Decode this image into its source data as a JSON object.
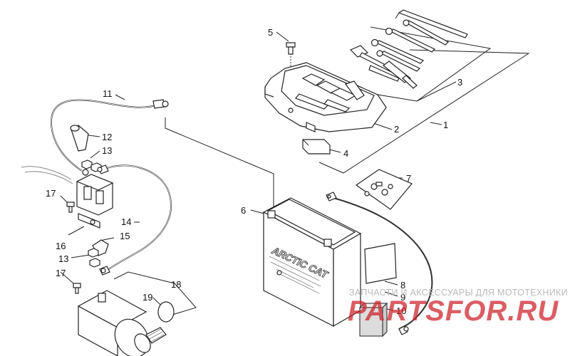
{
  "labels": {
    "l1": "1",
    "l2": "2",
    "l3": "3",
    "l4": "4",
    "l5": "5",
    "l6": "6",
    "l7": "7",
    "l8": "8",
    "l9": "9",
    "l10": "10",
    "l11": "11",
    "l12": "12",
    "l13a": "13",
    "l13b": "13",
    "l14": "14",
    "l15": "15",
    "l16": "16",
    "l17a": "17",
    "l17b": "17",
    "l18": "18",
    "l19": "19"
  },
  "battery": {
    "brand": "ARCTIC CAT"
  },
  "watermark": {
    "tagline": "ЗАПЧАСТИ И АКСЕССУАРЫ ДЛЯ МОТОТЕХНИКИ",
    "logo": "PARTSFOR.RU"
  }
}
